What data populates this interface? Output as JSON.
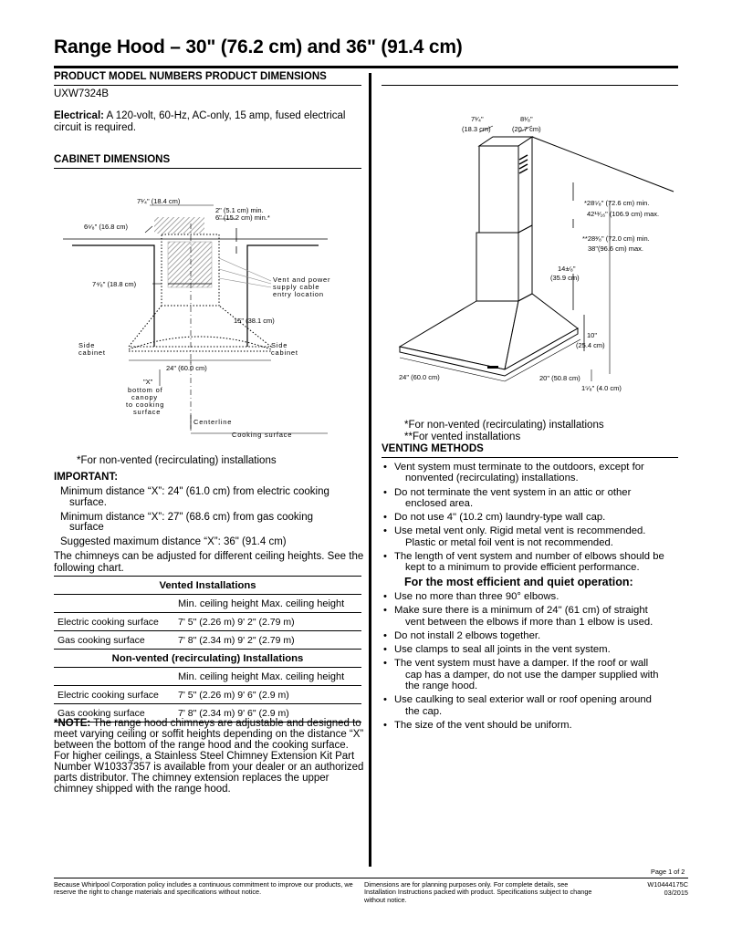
{
  "header": {
    "title": "Range Hood – 30\" (76.2 cm) and 36\" (91.4 cm)"
  },
  "left": {
    "model_heading": "PRODUCT MODEL NUMBERS PRODUCT DIMENSIONS",
    "model_number": "UXW7324B",
    "electrical_label": "Electrical:",
    "electrical_text": "A 120-volt, 60-Hz, AC-only, 15 amp, fused electrical circuit is required.",
    "cabinet_heading": "CABINET DIMENSIONS",
    "cabinet_diagram": {
      "d1": "7¹⁄₄\" (18.4 cm)",
      "d2a": "2\" (5.1 cm) min.",
      "d2b": "6\" (15.2 cm) min.*",
      "d3": "6⁶⁄₈\" (16.8 cm)",
      "d4": "7⁴⁄₈\" (18.8 cm)",
      "vent1": "Vent and power",
      "vent2": "supply cable",
      "vent3": "entry location",
      "d5": "15\" (38.1 cm)",
      "side_l1": "Side",
      "side_l2": "cabinet",
      "side_r1": "Side",
      "side_r2": "cabinet",
      "d6": "24\" (60.0 cm)",
      "x1": "\"X\"",
      "x2": "bottom of",
      "x3": "canopy",
      "x4": "to cooking",
      "x5": "surface",
      "centerline": "Centerline",
      "cooking": "Cooking surface"
    },
    "nonvented_note": "*For non-vented (recirculating) installations",
    "important_heading": "IMPORTANT:",
    "important_1a": "Minimum distance “X”: 24\" (61.0 cm) from electric cooking",
    "important_1b": "surface.",
    "important_2a": "Minimum distance “X”: 27\" (68.6 cm) from gas cooking",
    "important_2b": "surface",
    "important_3": "Suggested maximum distance “X”: 36\" (91.4 cm)",
    "chimney_intro": "The chimneys can be adjusted for different ceiling heights. See the following chart.",
    "table": {
      "vented_title": "Vented Installations",
      "col_header": "Min. ceiling height Max. ceiling height",
      "vented_rows": [
        {
          "label": "Electric cooking surface",
          "value": "7' 5\" (2.26 m) 9' 2\" (2.79 m)"
        },
        {
          "label": "Gas cooking surface",
          "value": "7' 8\" (2.34 m) 9' 2\" (2.79 m)"
        }
      ],
      "nonvented_title": "Non-vented (recirculating) Installations",
      "nonvented_rows": [
        {
          "label": "Electric cooking surface",
          "value": "7' 5\" (2.26 m) 9' 6\" (2.9 m)"
        },
        {
          "label": "Gas cooking surface",
          "value": "7' 8\" (2.34 m) 9' 6\" (2.9 m)"
        }
      ]
    },
    "note_label": "*NOTE:",
    "note_text": "The range hood chimneys are adjustable and designed to meet varying ceiling or soffit heights depending on the distance “X” between the bottom of the range hood and the cooking surface. For higher ceilings, a Stainless Steel Chimney Extension Kit Part Number W10337357 is available from your dealer or an authorized parts distributor. The chimney extension replaces the upper chimney shipped with the range hood."
  },
  "right": {
    "hood_diagram": {
      "w1a": "7¹⁄₄\"",
      "w1b": "(18.3 cm)",
      "w2a": "8¹⁄₈\"",
      "w2b": "(20.7 cm)",
      "h1a": "*28⁵⁄₈\" (72.6 cm) min.",
      "h1b": "42¹¹⁄₁₆\" (106.9 cm) max.",
      "h2a": "**28³⁄₈\" (72.0 cm) min.",
      "h2b": "38\"(96.6 cm) max.",
      "h3a": "14±⁄₈\"",
      "h3b": "(35.9 cm)",
      "h4a": "10\"",
      "h4b": "(25.4 cm)",
      "bw": "24\" (60.0 cm)",
      "bd": "20\" (50.8 cm)",
      "bt": "1⁵⁄₈\" (4.0 cm)"
    },
    "note1": "*For non-vented (recirculating) installations",
    "note2": "**For vented installations",
    "venting_heading": "VENTING METHODS",
    "venting_bullets": [
      {
        "a": "Vent system must terminate to the outdoors, except for",
        "b": "nonvented (recirculating) installations."
      },
      {
        "a": "Do not terminate the vent system in an attic or other",
        "b": "enclosed area."
      },
      {
        "a": "Do not use 4\" (10.2 cm) laundry-type wall cap.",
        "b": ""
      },
      {
        "a": "Use metal vent only. Rigid metal vent is recommended.",
        "b": "Plastic or metal foil vent is not recommended."
      },
      {
        "a": "The length of vent system and number of elbows should be",
        "b": "kept to a minimum to provide efficient performance."
      }
    ],
    "efficient_heading": "For the most efficient and quiet operation:",
    "efficient_bullets": [
      {
        "a": "Use no more than three 90° elbows.",
        "b": ""
      },
      {
        "a": "Make sure there is a minimum of 24\" (61 cm) of straight",
        "b": "vent between the elbows if more than 1 elbow is used."
      },
      {
        "a": "Do not install 2 elbows together.",
        "b": ""
      },
      {
        "a": "Use clamps to seal all joints in the vent system.",
        "b": ""
      },
      {
        "a": "The vent system must have a damper. If the roof or wall",
        "b": "cap has a damper, do not use the damper supplied with",
        "c": "the range hood."
      },
      {
        "a": "Use caulking to seal exterior wall or roof opening around",
        "b": "the cap."
      },
      {
        "a": "The size of the vent should be uniform.",
        "b": ""
      }
    ]
  },
  "footer": {
    "page": "Page 1 of 2",
    "left": "Because Whirlpool Corporation policy includes a continuous commitment to improve our products, we reserve the right to change materials and specifications without notice.",
    "middle": "Dimensions are for planning purposes only. For complete details, see Installation Instructions packed with product. Specifications subject to change without notice.",
    "doc_number": "W10444175C",
    "date": "03/2015"
  }
}
